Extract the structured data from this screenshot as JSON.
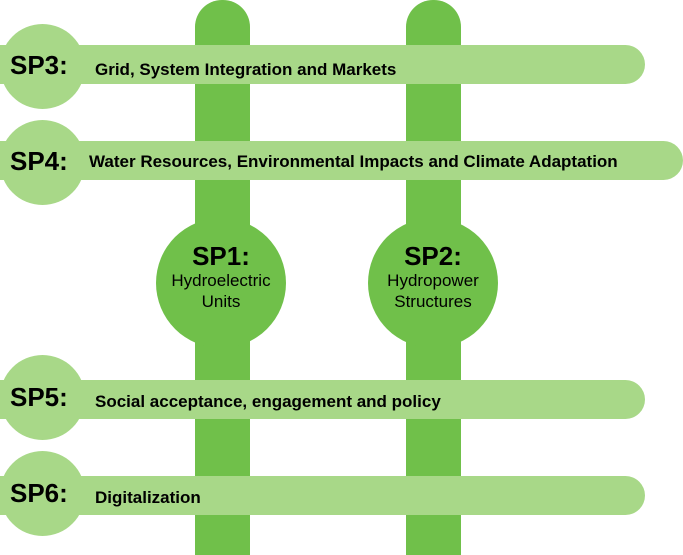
{
  "pillars": [
    {
      "code": "SP1:",
      "line1": "Hydroelectric",
      "line2": "Units"
    },
    {
      "code": "SP2:",
      "line1": "Hydropower",
      "line2": "Structures"
    }
  ],
  "bars": [
    {
      "code": "SP3:",
      "label": "Grid, System Integration and Markets"
    },
    {
      "code": "SP4:",
      "label": "Water Resources, Environmental Impacts and Climate Adaptation"
    },
    {
      "code": "SP5:",
      "label": "Social acceptance, engagement and policy"
    },
    {
      "code": "SP6:",
      "label": "Digitalization"
    }
  ],
  "colors": {
    "pillar": "#70c04a",
    "bar": "#a8d888",
    "text": "#000000"
  }
}
